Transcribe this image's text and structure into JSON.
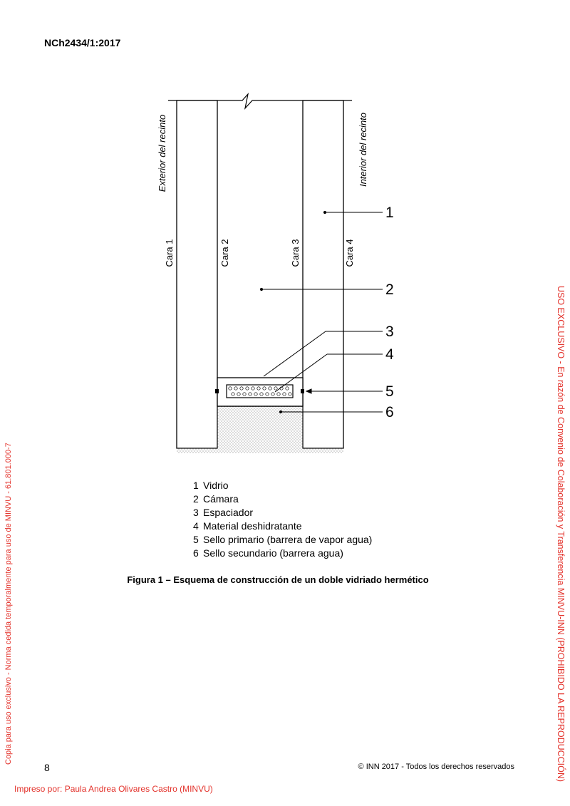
{
  "header": {
    "doc_code": "NCh2434/1:2017"
  },
  "figure": {
    "side_labels": {
      "exterior": "Exterior del recinto",
      "interior": "Interior del recinto"
    },
    "face_labels": [
      "Cara 1",
      "Cara 2",
      "Cara 3",
      "Cara 4"
    ],
    "callouts": [
      "1",
      "2",
      "3",
      "4",
      "5",
      "6"
    ]
  },
  "legend": [
    {
      "num": "1",
      "text": "Vidrio"
    },
    {
      "num": "2",
      "text": "Cámara"
    },
    {
      "num": "3",
      "text": "Espaciador"
    },
    {
      "num": "4",
      "text": "Material deshidratante"
    },
    {
      "num": "5",
      "text": "Sello primario (barrera de vapor agua)"
    },
    {
      "num": "6",
      "text": "Sello secundario (barrera agua)"
    }
  ],
  "caption": "Figura 1 – Esquema de construcción de un doble vidriado hermético",
  "footer": {
    "page_number": "8",
    "copyright": "© INN 2017 - Todos los derechos reservados",
    "printed_by": "Impreso por: Paula Andrea Olivares Castro (MINVU)"
  },
  "watermarks": {
    "left": "Copia para uso exclusivo - Norma cedida temporalmente para uso de MINVU - 61.801.000-7",
    "right": "USO EXCLUSIVO - En razón de Convenio de Colaboración y Transferencia MINVU-INN (PROHIBIDO LA REPRODUCCIÓN)"
  },
  "colors": {
    "watermark": "#e3322b"
  }
}
